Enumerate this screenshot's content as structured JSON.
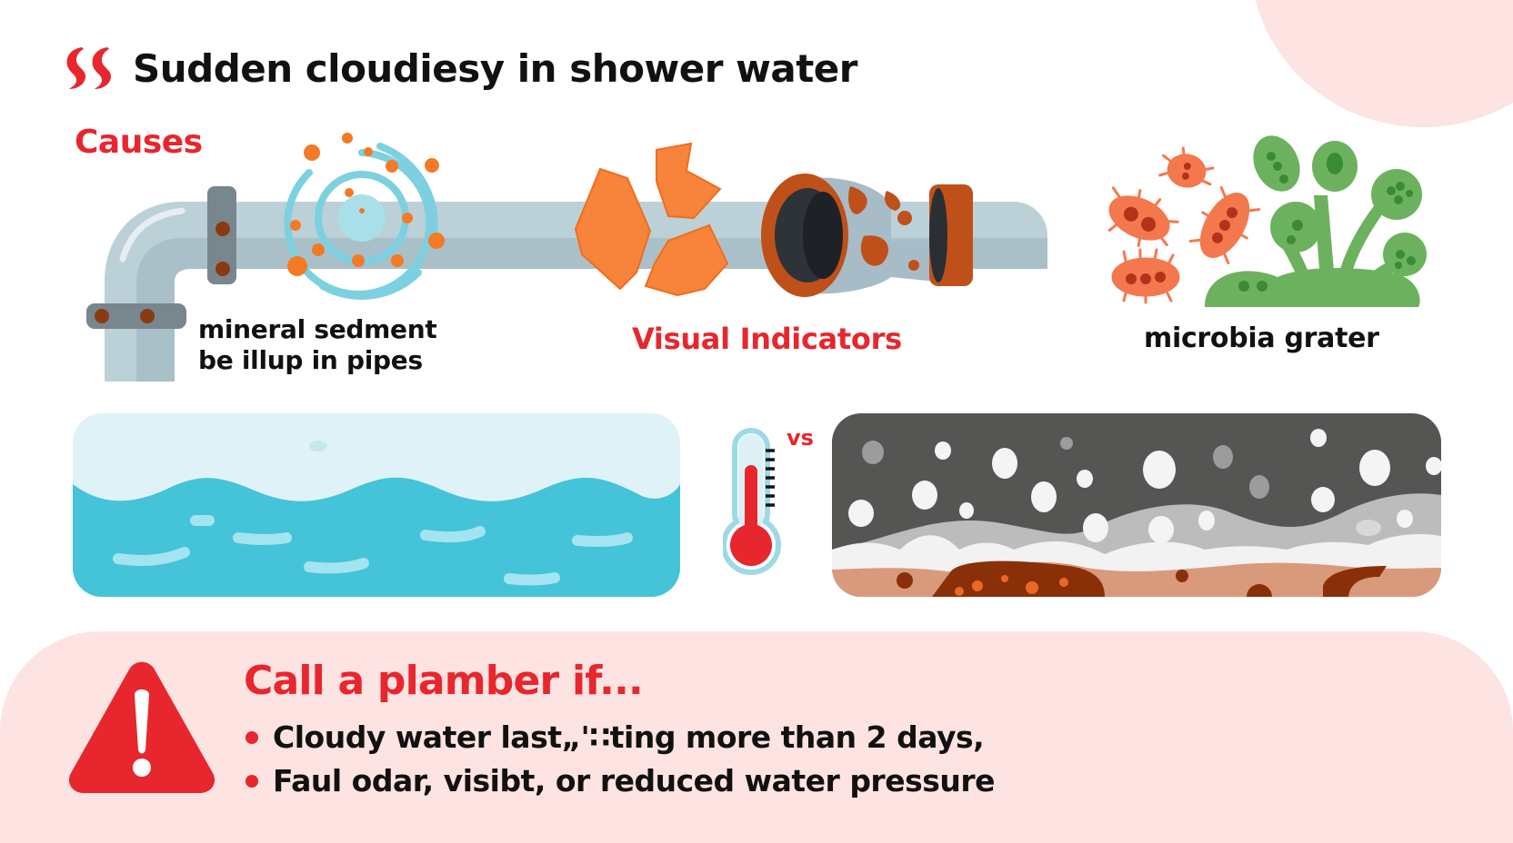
{
  "header": {
    "title": "Sudden cloudiesy in shower water",
    "icon": "quote-icon"
  },
  "causes": {
    "heading": "Causes",
    "items": [
      {
        "label_line1": "mineral sedment",
        "label_line2": "be illup in pipes",
        "icon": "pipe-sediment-icon"
      },
      {
        "label": "Visual Indicators",
        "icon": "rusted-pipe-icon"
      },
      {
        "label": "microbia grater",
        "icon": "microbe-icon"
      }
    ]
  },
  "comparison": {
    "left_panel": "clear-water-panel",
    "separator_label": "vs",
    "separator_icon": "thermometer-icon",
    "right_panel": "cloudy-water-panel"
  },
  "alert": {
    "icon": "warning-icon",
    "title": "Call a plamber if...",
    "bullets": [
      "Cloudy water last„'∷ting more than 2 days,",
      "Faul odar, visibt, or reduced water pressure"
    ]
  },
  "colors": {
    "accent_red": "#e8262d",
    "pink_bg": "#fde3e1",
    "water_blue": "#45c3d8",
    "water_light": "#dff2f7",
    "pipe_gray": "#bcd0d8",
    "rust": "#c0501a",
    "orange": "#f7843a",
    "microbe": "#f4784e",
    "mold_green": "#6cb25e",
    "murky_dark": "#555553"
  }
}
